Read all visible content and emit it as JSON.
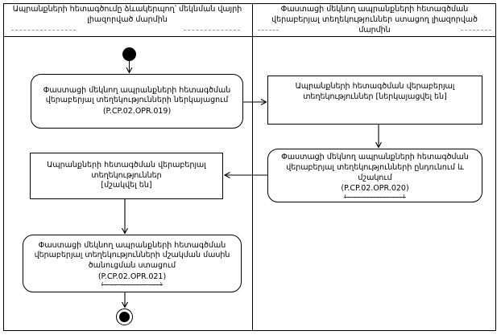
{
  "colors": {
    "border": "#000000",
    "background": "#ffffff",
    "text": "#000000"
  },
  "lanes": [
    {
      "header": "Ապրանքների հետագծումը ձևակերպող՝ մեկնման վայրի լիազորված մարմին"
    },
    {
      "header": "Փաստացի մեկնող ապրանքների հետագծման վերաբերյալ տեղեկություններ ստացող լիազորված մարմին"
    }
  ],
  "nodes": {
    "start": {
      "type": "initial"
    },
    "l1": {
      "label": "Փաստացի մեկնող ապրանքների հետագծման վերաբերյալ տեղեկությունների ներկայացում",
      "code": "(P.CP.02.OPR.019)"
    },
    "r1": {
      "label": "Ապրանքների հետագծման վերաբերյալ տեղեկություններ [ներկայացվել են]"
    },
    "r2": {
      "label": "Փաստացի մեկնող ապրանքների հետագծման վերաբերյալ տեղեկությունների ընդունում և մշակում",
      "code": "(P.CP.02.OPR.020)",
      "deleted_code": "(- -- -------- ---)"
    },
    "l2": {
      "label": "Ապրանքների հետագծման վերաբերյալ տեղեկություններ",
      "state": "[մշակվել են]"
    },
    "l3": {
      "label": "Փաստացի մեկնող ապրանքների հետագծման վերաբերյալ տեղեկությունների մշակման մասին ծանուցման ստացում",
      "code": "(P.CP.02.OPR.021)",
      "deleted_code": "(- -- -------- ---)"
    },
    "end": {
      "type": "final"
    }
  }
}
